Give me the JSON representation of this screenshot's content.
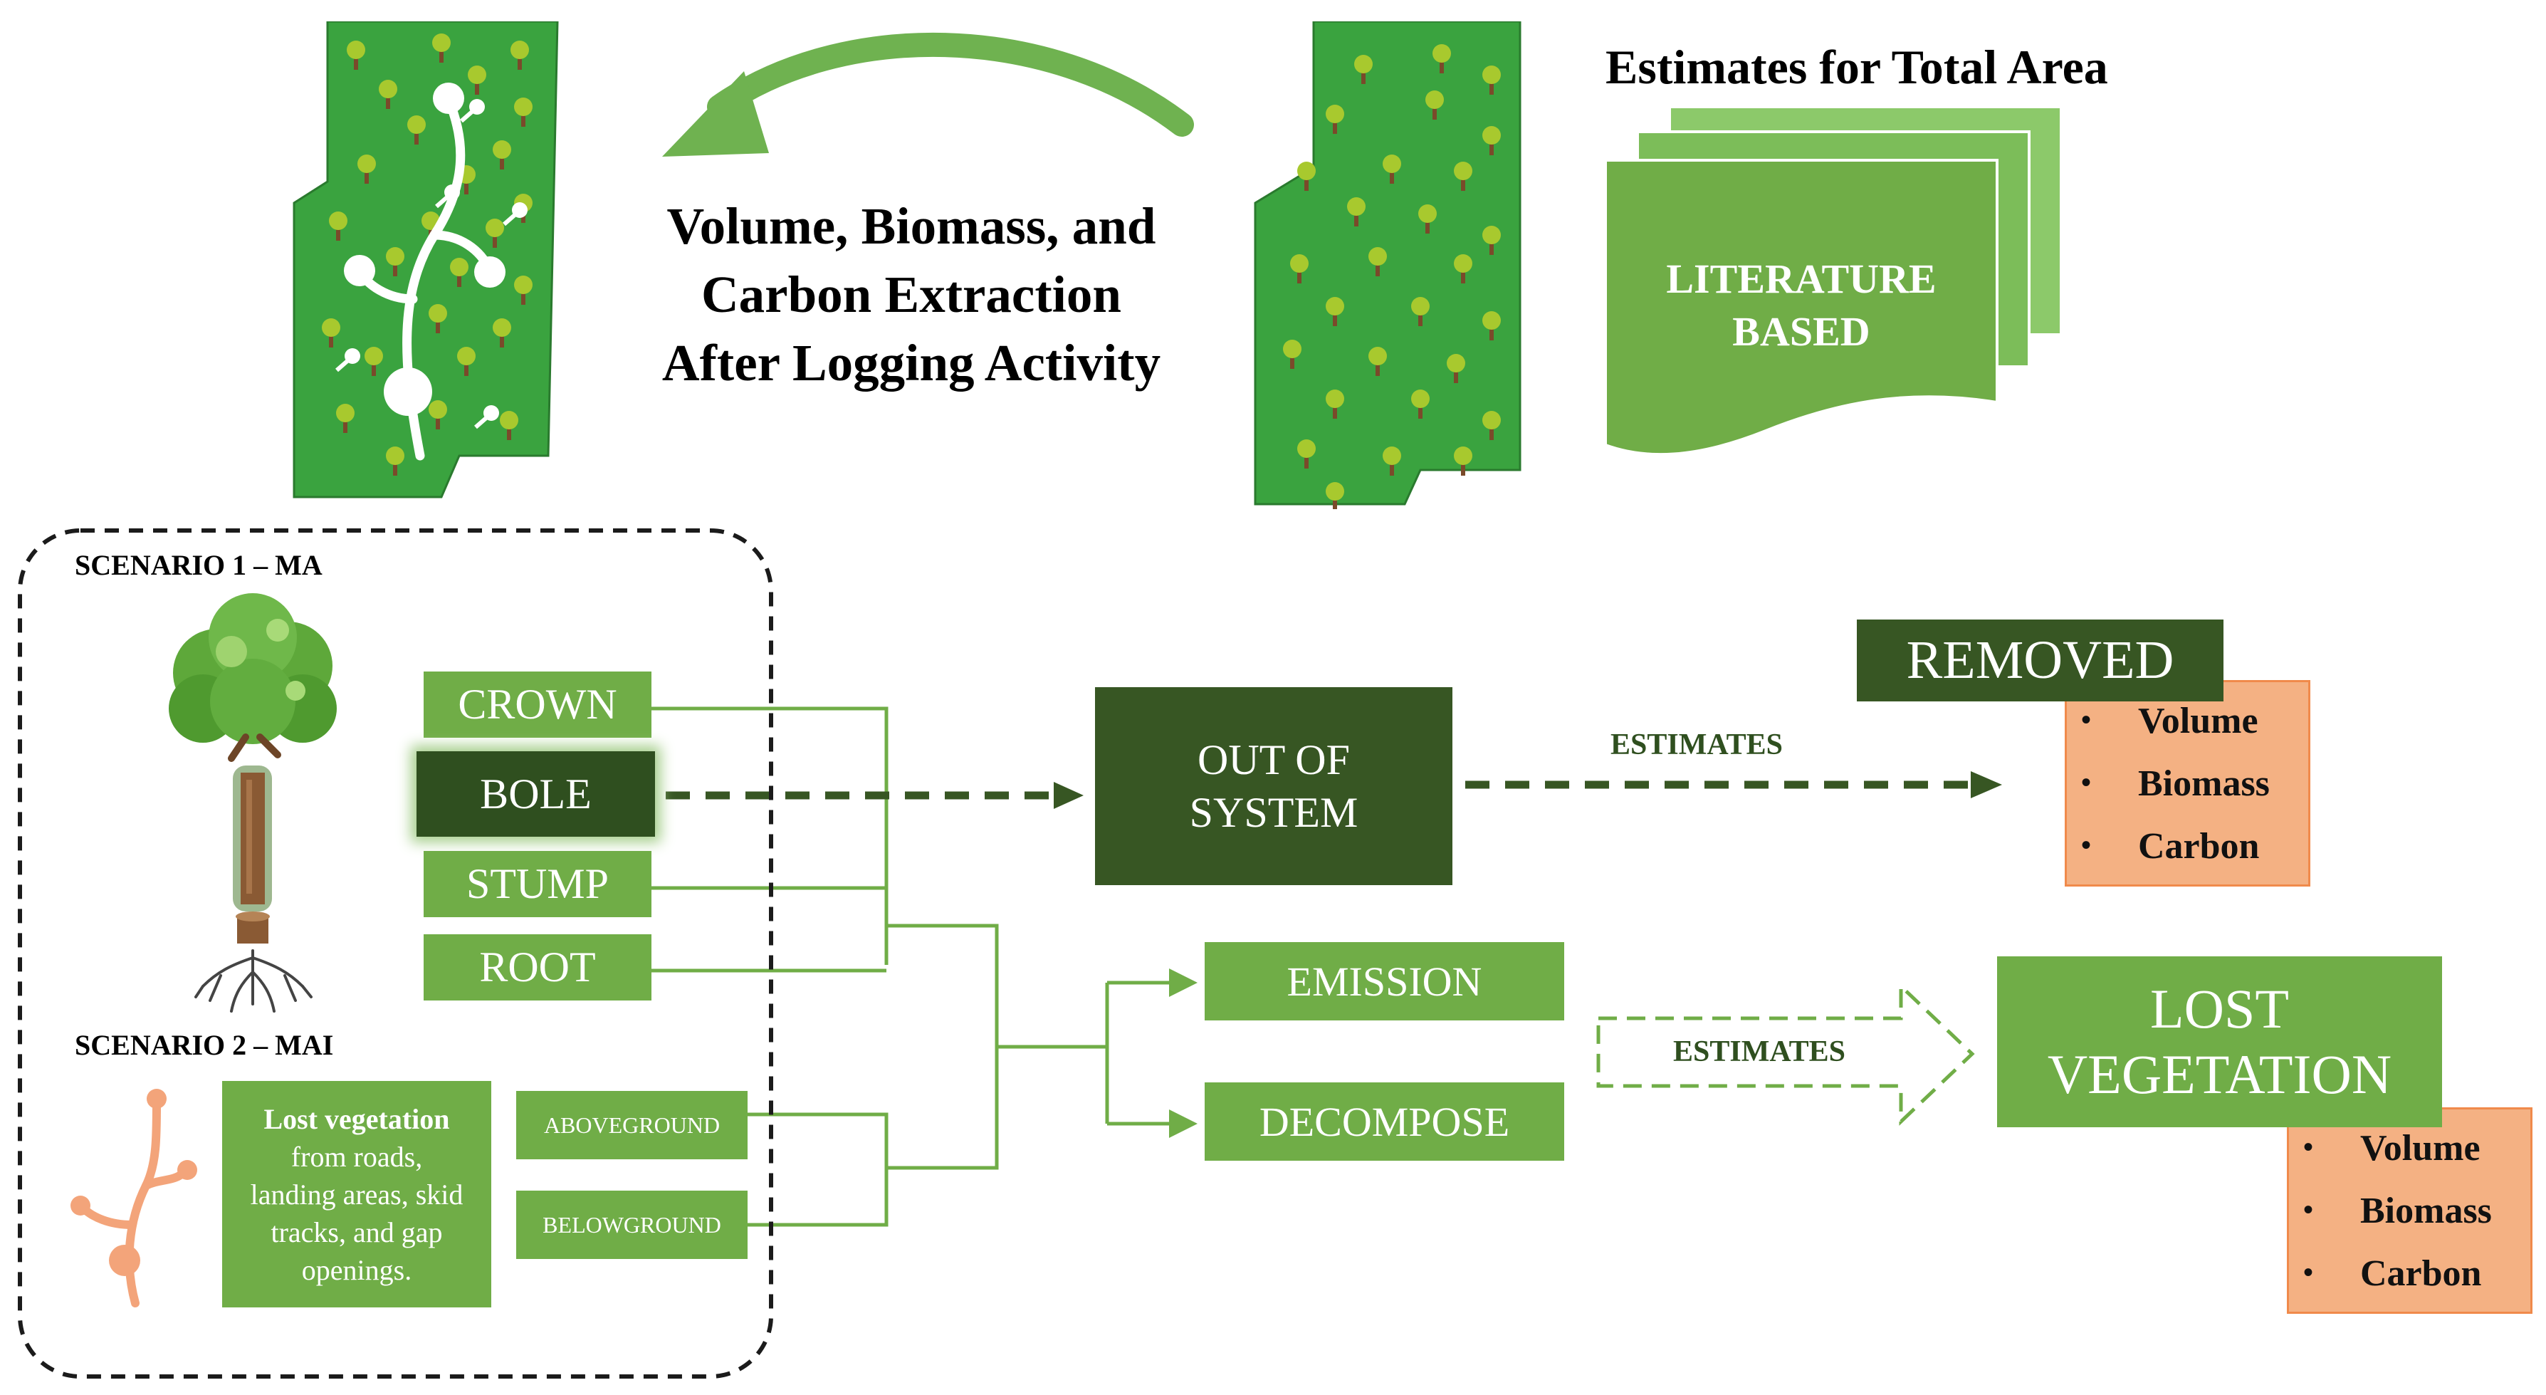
{
  "top": {
    "extraction_title_lines": [
      "Volume, Biomass, and",
      "Carbon Extraction",
      "After Logging Activity"
    ],
    "estimates_title": "Estimates for Total Area",
    "literature_lines": [
      "LITERATURE",
      "BASED"
    ]
  },
  "scenario1": {
    "title": "SCENARIO  1 –  MA",
    "parts": {
      "crown": "CROWN",
      "bole": "BOLE",
      "stump": "STUMP",
      "root": "ROOT"
    }
  },
  "scenario2": {
    "title": "SCENARIO  2 – MAI",
    "lost_veg_title": "Lost vegetation",
    "lost_veg_lines": [
      "from roads,",
      "landing areas, skid",
      "tracks, and gap",
      "openings."
    ],
    "aboveground": "ABOVEGROUND",
    "belowground": "BELOWGROUND"
  },
  "middle": {
    "out_of_system_lines": [
      "OUT OF",
      "SYSTEM"
    ],
    "emission": "EMISSION",
    "decompose": "DECOMPOSE",
    "estimates_upper": "ESTIMATES",
    "estimates_lower": "ESTIMATES"
  },
  "removed": {
    "title": "REMOVED",
    "items": [
      "Volume",
      "Biomass",
      "Carbon"
    ]
  },
  "lost": {
    "title_lines": [
      "LOST",
      "VEGETATION"
    ],
    "items": [
      "Volume",
      "Biomass",
      "Carbon"
    ]
  },
  "colors": {
    "green": "#70ad47",
    "dark_green": "#375623",
    "forest": "#3aa33f",
    "salmon": "#f4b183",
    "branch": "#f3a47a"
  }
}
